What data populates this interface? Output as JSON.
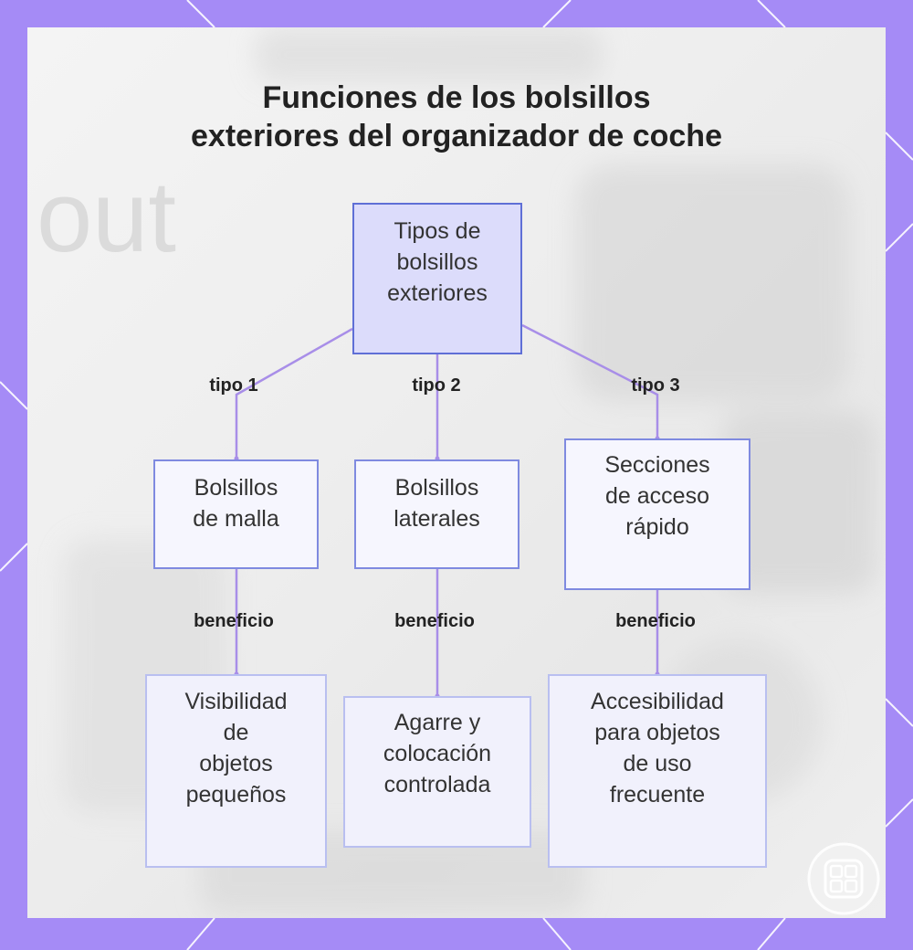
{
  "title": {
    "line1": "Funciones de los bolsillos",
    "line2": "exteriores del organizador de coche"
  },
  "background_text": "out",
  "colors": {
    "frame": "#a58bf6",
    "root_fill": "#dcdcfb",
    "root_border": "#5f6fd6",
    "connector": "#a88ee8",
    "text": "#333333"
  },
  "root": {
    "lines": [
      "Tipos de",
      "bolsillos",
      "exteriores"
    ]
  },
  "edge_labels": {
    "type1": "tipo 1",
    "type2": "tipo 2",
    "type3": "tipo 3",
    "benefit1": "beneficio",
    "benefit2": "beneficio",
    "benefit3": "beneficio"
  },
  "types": [
    {
      "lines": [
        "Bolsillos",
        "de malla"
      ]
    },
    {
      "lines": [
        "Bolsillos",
        "laterales"
      ]
    },
    {
      "lines": [
        "Secciones",
        "de acceso",
        "rápido"
      ]
    }
  ],
  "benefits": [
    {
      "lines": [
        "Visibilidad",
        "de",
        "objetos",
        "pequeños"
      ]
    },
    {
      "lines": [
        "Agarre y",
        "colocación",
        "controlada"
      ]
    },
    {
      "lines": [
        "Accesibilidad",
        "para objetos",
        "de uso",
        "frecuente"
      ]
    }
  ],
  "badge_icon": "grid-app-icon"
}
